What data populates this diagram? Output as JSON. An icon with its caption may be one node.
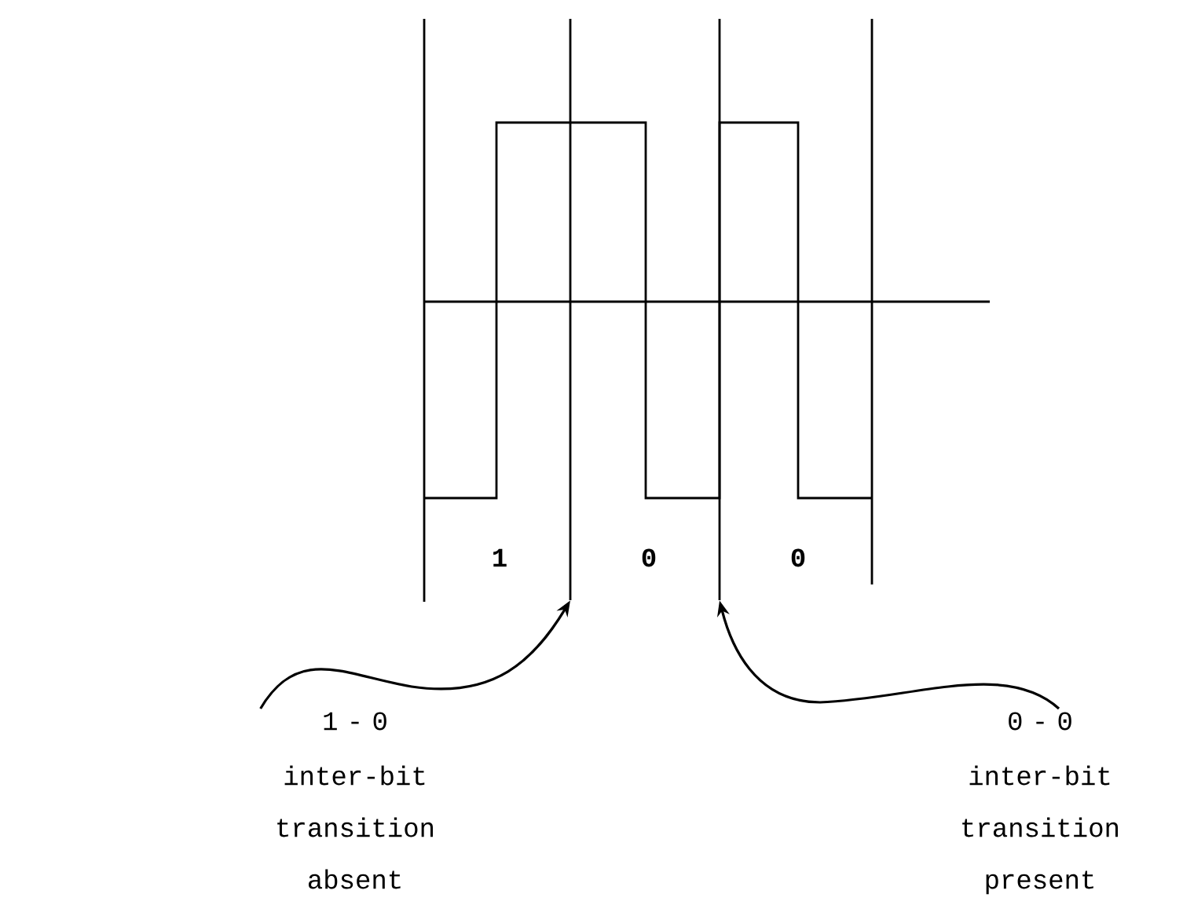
{
  "diagram": {
    "nodes": [
      {
        "text": [
          "1 - 0",
          "inter-bit transition absent"
        ]
      },
      {
        "text": [
          "0 - 0",
          "inter-bit transition present"
        ]
      },
      {
        "text": [],
        "shape": "bar"
      },
      {
        "text": [],
        "shape": "bar"
      }
    ],
    "edges": [
      {
        "from": 0,
        "to": 2,
        "arrow": "to"
      },
      {
        "from": 1,
        "to": 3,
        "arrow": "to"
      }
    ],
    "labels": [
      "1",
      "0",
      "0"
    ]
  }
}
